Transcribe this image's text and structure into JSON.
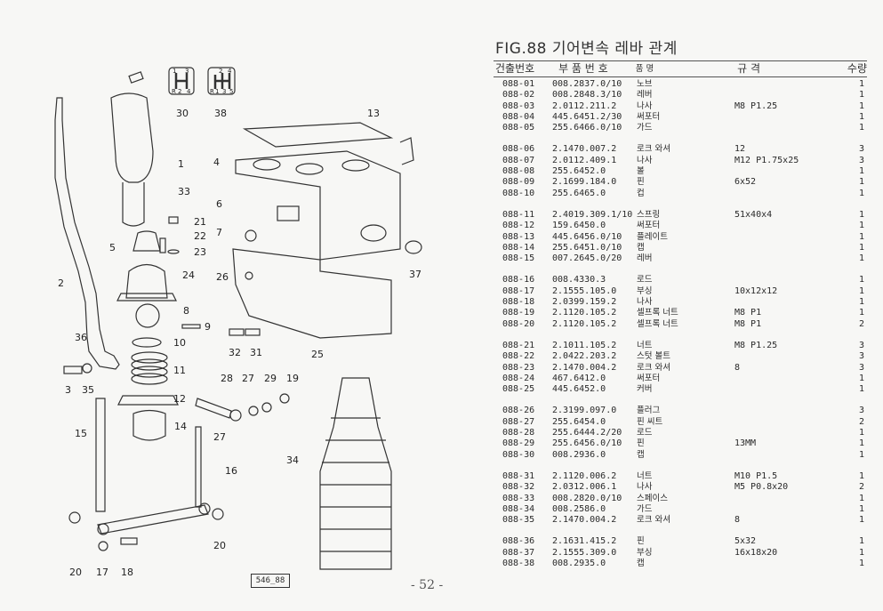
{
  "figure": {
    "title": "FIG.88 기어변속 레바 관계",
    "page_number": "- 52 -",
    "drawing_code": "546_88"
  },
  "table_header": {
    "part_ref": "건출번호",
    "part_number": "부 품 번 호",
    "name": "품         명",
    "spec": "규        격",
    "qty": "수량"
  },
  "groups": [
    [
      {
        "ref": "088-01",
        "pn": "008.2837.0/10",
        "name": "노브",
        "spec": "",
        "qty": "1"
      },
      {
        "ref": "088-02",
        "pn": "008.2848.3/10",
        "name": "레버",
        "spec": "",
        "qty": "1"
      },
      {
        "ref": "088-03",
        "pn": "2.0112.211.2",
        "name": "나사",
        "spec": "M8 P1.25",
        "qty": "1"
      },
      {
        "ref": "088-04",
        "pn": "445.6451.2/30",
        "name": "써포터",
        "spec": "",
        "qty": "1"
      },
      {
        "ref": "088-05",
        "pn": "255.6466.0/10",
        "name": "가드",
        "spec": "",
        "qty": "1"
      }
    ],
    [
      {
        "ref": "088-06",
        "pn": "2.1470.007.2",
        "name": "로크 와셔",
        "spec": "12",
        "qty": "3"
      },
      {
        "ref": "088-07",
        "pn": "2.0112.409.1",
        "name": "나사",
        "spec": "M12 P1.75x25",
        "qty": "3"
      },
      {
        "ref": "088-08",
        "pn": "255.6452.0",
        "name": "볼",
        "spec": "",
        "qty": "1"
      },
      {
        "ref": "088-09",
        "pn": "2.1699.184.0",
        "name": "핀",
        "spec": "6x52",
        "qty": "1"
      },
      {
        "ref": "088-10",
        "pn": "255.6465.0",
        "name": "컵",
        "spec": "",
        "qty": "1"
      }
    ],
    [
      {
        "ref": "088-11",
        "pn": "2.4019.309.1/10",
        "name": "스프링",
        "spec": "51x40x4",
        "qty": "1"
      },
      {
        "ref": "088-12",
        "pn": "159.6450.0",
        "name": "써포터",
        "spec": "",
        "qty": "1"
      },
      {
        "ref": "088-13",
        "pn": "445.6456.0/10",
        "name": "플레이트",
        "spec": "",
        "qty": "1"
      },
      {
        "ref": "088-14",
        "pn": "255.6451.0/10",
        "name": "캡",
        "spec": "",
        "qty": "1"
      },
      {
        "ref": "088-15",
        "pn": "007.2645.0/20",
        "name": "레버",
        "spec": "",
        "qty": "1"
      }
    ],
    [
      {
        "ref": "088-16",
        "pn": "008.4330.3",
        "name": "로드",
        "spec": "",
        "qty": "1"
      },
      {
        "ref": "088-17",
        "pn": "2.1555.105.0",
        "name": "부싱",
        "spec": "10x12x12",
        "qty": "1"
      },
      {
        "ref": "088-18",
        "pn": "2.0399.159.2",
        "name": "나사",
        "spec": "",
        "qty": "1"
      },
      {
        "ref": "088-19",
        "pn": "2.1120.105.2",
        "name": "셀프록 너트",
        "spec": "M8 P1",
        "qty": "1"
      },
      {
        "ref": "088-20",
        "pn": "2.1120.105.2",
        "name": "셀프록 너트",
        "spec": "M8 P1",
        "qty": "2"
      }
    ],
    [
      {
        "ref": "088-21",
        "pn": "2.1011.105.2",
        "name": "너트",
        "spec": "M8 P1.25",
        "qty": "3"
      },
      {
        "ref": "088-22",
        "pn": "2.0422.203.2",
        "name": "스텃 볼트",
        "spec": "",
        "qty": "3"
      },
      {
        "ref": "088-23",
        "pn": "2.1470.004.2",
        "name": "로크 와셔",
        "spec": "8",
        "qty": "3"
      },
      {
        "ref": "088-24",
        "pn": "467.6412.0",
        "name": "써포터",
        "spec": "",
        "qty": "1"
      },
      {
        "ref": "088-25",
        "pn": "445.6452.0",
        "name": "커버",
        "spec": "",
        "qty": "1"
      }
    ],
    [
      {
        "ref": "088-26",
        "pn": "2.3199.097.0",
        "name": "플러그",
        "spec": "",
        "qty": "3"
      },
      {
        "ref": "088-27",
        "pn": "255.6454.0",
        "name": "핀 씨트",
        "spec": "",
        "qty": "2"
      },
      {
        "ref": "088-28",
        "pn": "255.6444.2/20",
        "name": "로드",
        "spec": "",
        "qty": "1"
      },
      {
        "ref": "088-29",
        "pn": "255.6456.0/10",
        "name": "핀",
        "spec": "13MM",
        "qty": "1"
      },
      {
        "ref": "088-30",
        "pn": "008.2936.0",
        "name": "캡",
        "spec": "",
        "qty": "1"
      }
    ],
    [
      {
        "ref": "088-31",
        "pn": "2.1120.006.2",
        "name": "너트",
        "spec": "M10 P1.5",
        "qty": "1"
      },
      {
        "ref": "088-32",
        "pn": "2.0312.006.1",
        "name": "나사",
        "spec": "M5 P0.8x20",
        "qty": "2"
      },
      {
        "ref": "088-33",
        "pn": "008.2820.0/10",
        "name": "스페이스",
        "spec": "",
        "qty": "1"
      },
      {
        "ref": "088-34",
        "pn": "008.2586.0",
        "name": "가드",
        "spec": "",
        "qty": "1"
      },
      {
        "ref": "088-35",
        "pn": "2.1470.004.2",
        "name": "로크 와셔",
        "spec": "8",
        "qty": "1"
      }
    ],
    [
      {
        "ref": "088-36",
        "pn": "2.1631.415.2",
        "name": "핀",
        "spec": "5x32",
        "qty": "1"
      },
      {
        "ref": "088-37",
        "pn": "2.1555.309.0",
        "name": "부싱",
        "spec": "16x18x20",
        "qty": "1"
      },
      {
        "ref": "088-38",
        "pn": "008.2935.0",
        "name": "캡",
        "spec": "",
        "qty": "1"
      }
    ]
  ],
  "callouts": [
    "1",
    "2",
    "3",
    "4",
    "5",
    "6",
    "7",
    "8",
    "9",
    "10",
    "11",
    "12",
    "13",
    "14",
    "15",
    "16",
    "17",
    "18",
    "19",
    "20",
    "20",
    "21",
    "22",
    "23",
    "24",
    "25",
    "26",
    "27",
    "27",
    "28",
    "29",
    "30",
    "31",
    "32",
    "33",
    "34",
    "35",
    "36",
    "37",
    "38"
  ],
  "shift_pattern_a": [
    "1",
    "3",
    "R",
    "2",
    "4"
  ],
  "shift_pattern_b": [
    "2",
    "4",
    "R",
    "1",
    "3",
    "5"
  ]
}
